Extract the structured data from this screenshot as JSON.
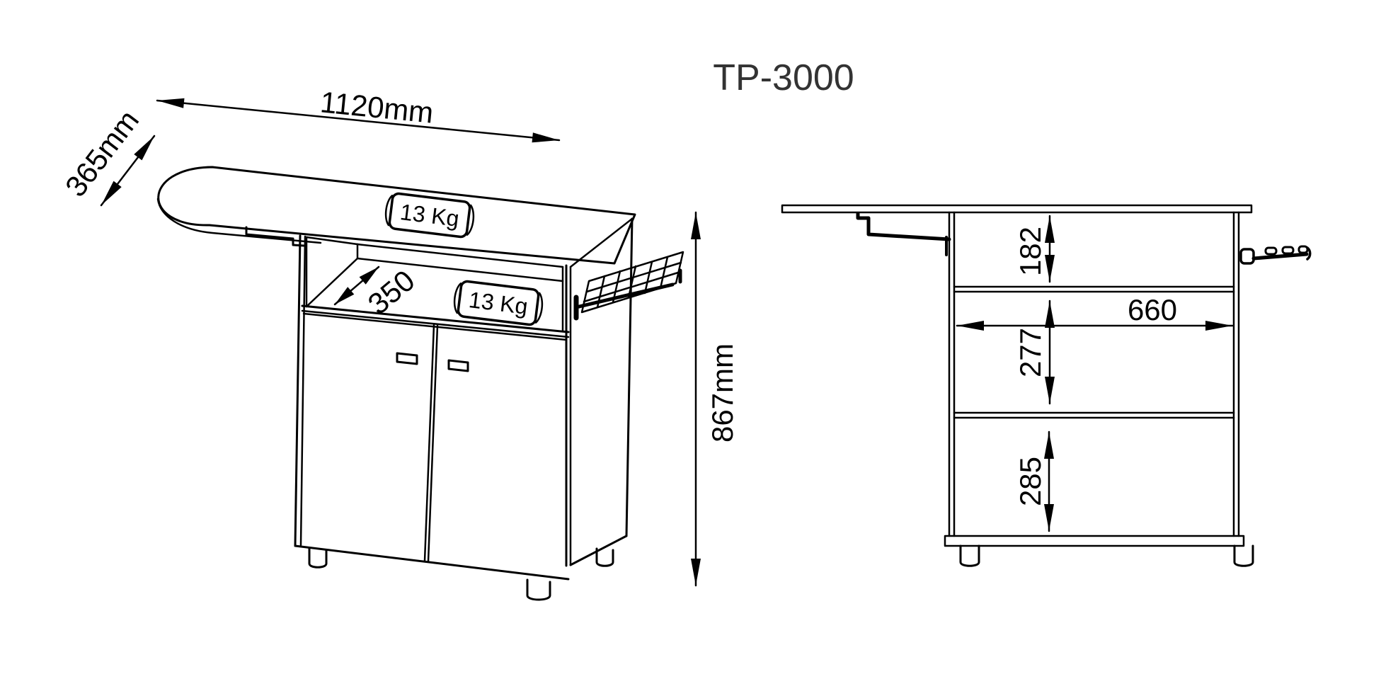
{
  "title": "TP-3000",
  "colors": {
    "line": "#000000",
    "title_text": "#333333",
    "background": "#ffffff"
  },
  "isometric_view": {
    "label": "isometric-projection-of-ironing-cabinet",
    "dims": {
      "board_width": "1120mm",
      "board_depth": "365mm",
      "total_height": "867mm",
      "shelf_depth": "350"
    },
    "stickers": {
      "board_load": "13 Kg",
      "shelf_load": "13 Kg"
    }
  },
  "front_view": {
    "label": "front-elevation-of-cabinet",
    "dims": {
      "top_compartment": "182",
      "inner_width": "660",
      "middle_compartment": "277",
      "bottom_compartment": "285"
    }
  }
}
